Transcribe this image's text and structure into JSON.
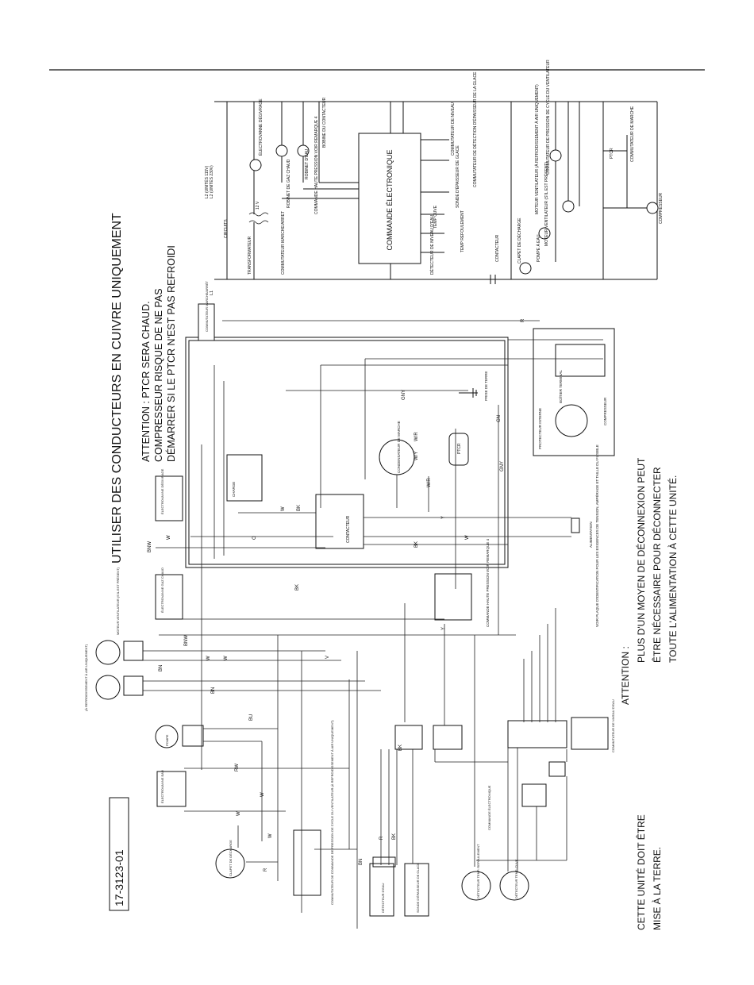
{
  "top_line": true,
  "main_notice": "UTILISER DES CONDUCTEURS EN CUIVRE UNIQUEMENT",
  "attention_ptcr": [
    "ATTENTION : PTCR SERA CHAUD.",
    "COMPRESSEUR RISQUE DE NE PAS",
    "DÉMARRER SI LE PTCR N'EST PAS REFROIDI"
  ],
  "attention_label": "ATTENTION :",
  "disconnect_note": [
    "PLUS D'UN MOYEN DE DÉCONNEXION PEUT",
    "ÊTRE NÉCESSAIRE POUR DÉCONNECTER",
    "TOUTE L'ALIMENTATION À CETTE UNITÉ."
  ],
  "ground_note": [
    "CETTE UNITÉ DOIT ÊTRE",
    "MISE À LA TERRE."
  ],
  "part_number": "17-3123-01",
  "schematic": {
    "commande": "COMMANDE ÉLECTRONIQUE",
    "l1": "L1",
    "l2": "L2 (UNITÉS 115V)",
    "l2_alt": "L2 (UNITÉS 230V)",
    "transformer": "TRANSFORMATEUR",
    "v12": "12 V",
    "circuits": "CIRCUITS",
    "interrupteur": "COMMUTATEUR MARCHE/ARRET",
    "electrovanne_degivrage": "ÉLECTROVANNE DÉGIVRAGE",
    "gaz_chaud": "ROBINET DE GAZ CHAUD",
    "robinet_eau": "ROBINET D'EAU",
    "bobine_contacteur": "BOBINE DU CONTACTEUR",
    "haute_pression": "COMMANDE HAUTE PRESSION VOIR REMARQUE 4",
    "commutateur_eau": "COMMUTATEUR DE NIVEAU",
    "commutateur_glace": "COMMUTATEUR DE DÉTECTION D'ÉPAISSEUR DE LA GLACE",
    "sonde_epaisseur": "SONDE D'ÉPAISSEUR DE GLACE",
    "temp_cuve": "TEMP CUVE",
    "temp_refoulement": "TEMP REFOULEMENT",
    "detecteur_eau": "DÉTECTEUR DE NIVEAU D'EAU",
    "contacteur": "CONTACTEUR",
    "pompe": "POMPE À EAU",
    "clapet": "CLAPET DE DÉCHARGE",
    "moteur_vent1": "MOTEUR VENTILATEUR (À REFROIDISSEMENT À AIR UNIQUEMENT)",
    "moteur_vent2": "MOTEUR VENTILATEUR (S'IL EST PRÉSENT)",
    "commutateur_pression": "COMMUTATEUR DE PRESSION DE CYCLE DU VENTILATEUR",
    "ptcr": "PTCR",
    "commutateur_marche": "COMMUTATEUR DE MARCHE",
    "compresseur": "COMPRESSEUR",
    "m1": "M1"
  },
  "wiring": {
    "gny": "GNY",
    "bk": "BK",
    "w": "W",
    "bn": "BN",
    "r": "R",
    "v": "V",
    "y": "Y",
    "bu": "BU",
    "gn": "GN",
    "bnw": "BNW",
    "rw": "RW",
    "wr": "W/R",
    "wy": "W/Y",
    "o": "O",
    "charge": "CHARGE",
    "prise_terre": "PRISE DE TERRE",
    "boitier": "BOÎTIER TERMINAL",
    "protecteur": "PROTECTEUR INTERNE",
    "compresseur": "COMPRESSEUR",
    "contacteur_label": "CONTACTEUR",
    "condensateur": "CONDENSATEUR DE MARCHE",
    "ptcr": "PTCR",
    "alimentation": "ALIMENTATION",
    "voir_plaque": "VOIR PLAQUE D'IDENTIFICATION POUR LES EXIGENCES DE TENSION, AMPÉRAGE ET TAILLE DU FUSIBLE",
    "haute_pression": "COMMANDE HAUTE PRESSION VOIR REMARQUE 4",
    "commutateur_eau": "COMMUTATEUR DE NIVEAU D'EAU",
    "commande_elec": "COMMANDE ÉLECTRONIQUE",
    "detecteur_temp": "DÉTECTEUR TEMP. CUVE",
    "detecteur_refoul": "DÉTECTEUR TEMP. REFOULEMENT",
    "sonde_glace": "SONDE D'ÉPAISSEUR DE GLACE",
    "detecteur_eau": "DÉTECTEUR D'EAU",
    "commutateur_cycle": "COMMUTATEUR DE COMMANDE DE PRESSION DE CYCLE DU VENTILATEUR (À REFROIDISSEMENT À AIR UNIQUEMENT)",
    "clapet": "CLAPET DE DÉCHARGE",
    "electrovanne_eau": "ÉLECTROVANNE EAU",
    "pompe_label": "POMPE",
    "moteur_vent_note": "(À REFROIDISSEMENT À AIR UNIQUEMENT)",
    "moteur_vent2": "MOTEUR VENTILATEUR (S'IL EST PRÉSENT)",
    "electrovanne_gaz": "ÉLECTROVANNE GAZ CHAUD",
    "electrovanne_degivr": "ÉLECTROVANNE DÉGIVRAGE",
    "commutateur_mars": "COMMUTATEUR MARCHE/ARRÊT"
  }
}
